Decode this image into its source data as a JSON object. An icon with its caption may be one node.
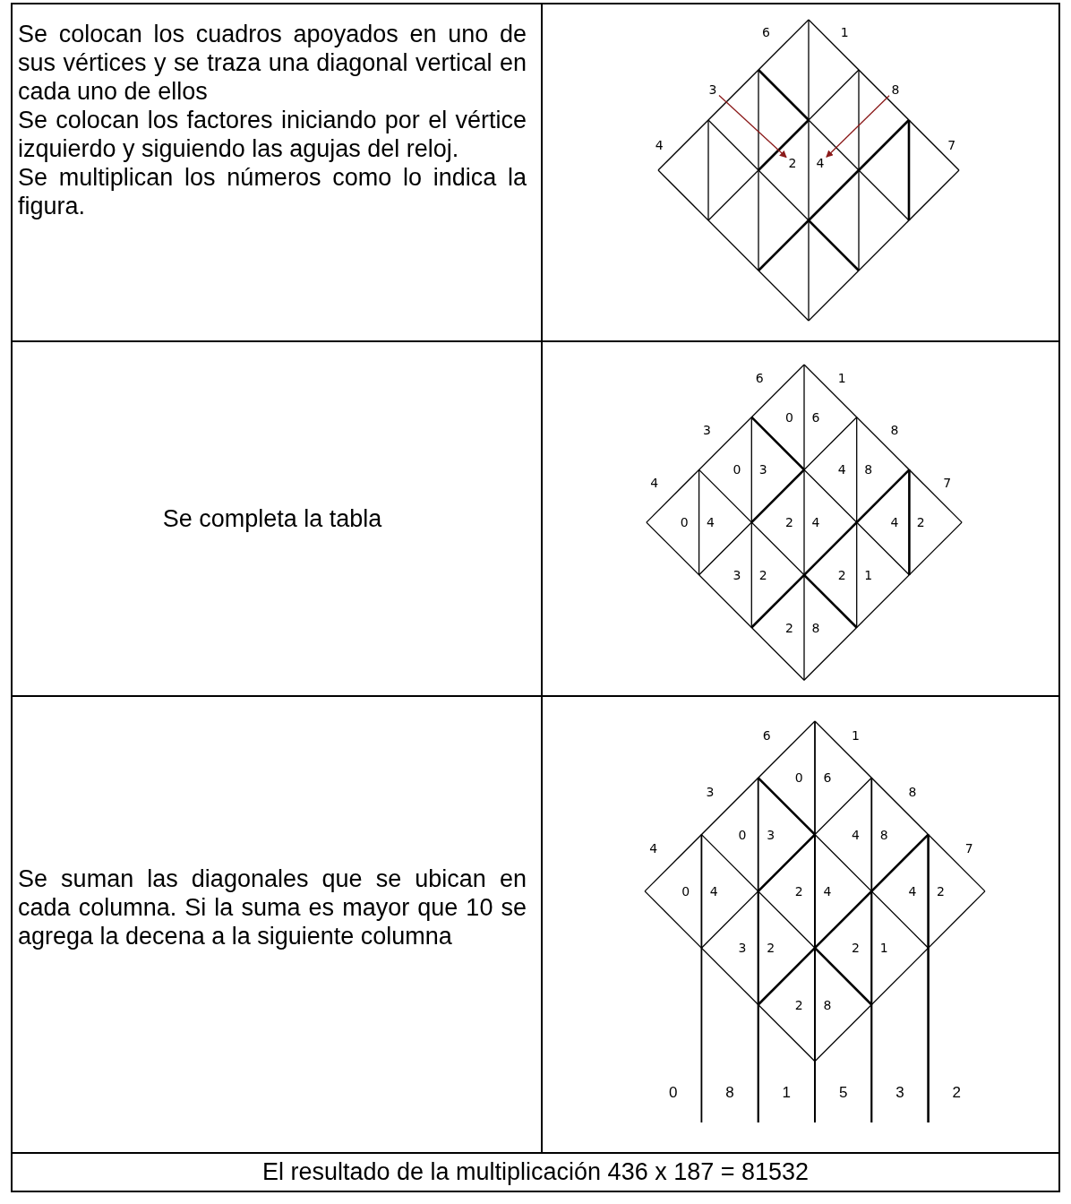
{
  "diagram": {
    "nodes": [
      {
        "text": [
          "3"
        ]
      },
      {
        "text": [
          "8"
        ]
      },
      {
        "text": [
          "2"
        ]
      },
      {
        "text": [
          "4"
        ]
      }
    ],
    "edges": [
      {
        "from": 0,
        "to": 2,
        "arrow": "to",
        "color": "#8b1a1a"
      },
      {
        "from": 1,
        "to": 3,
        "arrow": "to",
        "color": "#8b1a1a"
      }
    ],
    "labels": [
      "Se colocan los cuadros apoyados en uno de sus vértices y se traza una diagonal vertical en cada uno de ellos",
      "Se colocan los factores iniciando por el vértice izquierdo y siguiendo las agujas del reloj.",
      "Se multiplican los números como lo indica la figura.",
      "6",
      "1",
      "4",
      "7",
      "Se completa la tabla",
      "6",
      "1",
      "3",
      "8",
      "4",
      "7",
      "0",
      "6",
      "0",
      "3",
      "4",
      "8",
      "0",
      "4",
      "2",
      "4",
      "4",
      "2",
      "3",
      "2",
      "2",
      "1",
      "2",
      "8",
      "Se suman las diagonales que se ubican en cada columna. Si la suma es mayor que 10 se agrega la decena a la siguiente columna",
      "6",
      "1",
      "3",
      "8",
      "4",
      "7",
      "0",
      "6",
      "0",
      "3",
      "4",
      "8",
      "0",
      "4",
      "2",
      "4",
      "4",
      "2",
      "3",
      "2",
      "2",
      "1",
      "2",
      "8",
      "0",
      "8",
      "1",
      "5",
      "3",
      "2",
      "El resultado de la multiplicación 436 x 187 = 81532"
    ]
  }
}
